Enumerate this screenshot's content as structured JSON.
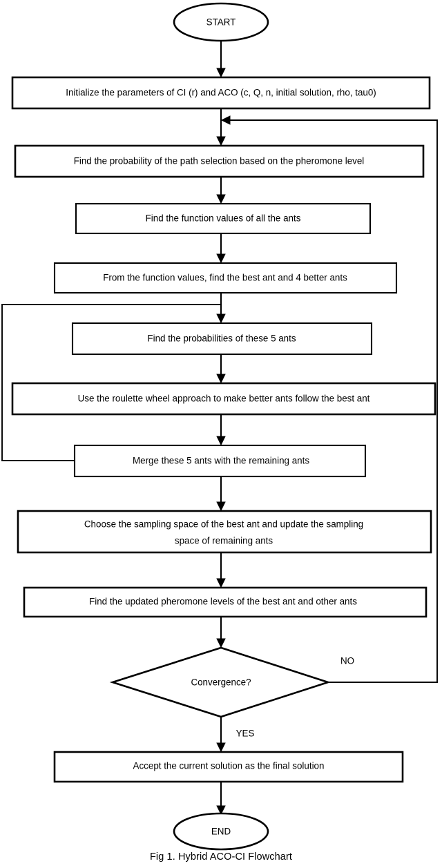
{
  "figure": {
    "caption": "Fig 1. Hybrid ACO-CI Flowchart",
    "type": "flowchart",
    "title": "Hybrid ACO-CI Flowchart"
  },
  "chart_data": {
    "type": "diagram",
    "title": "Hybrid ACO-CI Flowchart",
    "nodes": [
      {
        "id": "start",
        "shape": "terminator",
        "label": "START"
      },
      {
        "id": "init",
        "shape": "process",
        "label": "Initialize the parameters of CI (r) and ACO (c, Q, n, initial solution, rho, tau0)"
      },
      {
        "id": "prob_path",
        "shape": "process",
        "label": "Find the probability of the path selection based on the pheromone level"
      },
      {
        "id": "func_values",
        "shape": "process",
        "label": "Find the function values of all the ants"
      },
      {
        "id": "best_ants",
        "shape": "process",
        "label": "From the function values, find the best ant and 4 better ants"
      },
      {
        "id": "prob_5",
        "shape": "process",
        "label": "Find the probabilities of these 5 ants"
      },
      {
        "id": "roulette",
        "shape": "process",
        "label": "Use the roulette wheel approach to make better ants follow the best ant"
      },
      {
        "id": "merge",
        "shape": "process",
        "label": "Merge these 5 ants with the remaining ants"
      },
      {
        "id": "sampling",
        "shape": "process",
        "label_line1": "Choose the sampling space of the best ant and update the sampling",
        "label_line2": "space of remaining ants"
      },
      {
        "id": "pheromone",
        "shape": "process",
        "label": "Find the updated pheromone levels of the best ant and other ants"
      },
      {
        "id": "converge",
        "shape": "decision",
        "label": "Convergence?"
      },
      {
        "id": "accept",
        "shape": "process",
        "label": "Accept the current solution as the final solution"
      },
      {
        "id": "end",
        "shape": "terminator",
        "label": "END"
      }
    ],
    "edges": [
      {
        "from": "start",
        "to": "init",
        "label": ""
      },
      {
        "from": "init",
        "to": "prob_path",
        "label": ""
      },
      {
        "from": "prob_path",
        "to": "func_values",
        "label": ""
      },
      {
        "from": "func_values",
        "to": "best_ants",
        "label": ""
      },
      {
        "from": "best_ants",
        "to": "prob_5",
        "label": ""
      },
      {
        "from": "prob_5",
        "to": "roulette",
        "label": ""
      },
      {
        "from": "roulette",
        "to": "merge",
        "label": ""
      },
      {
        "from": "merge",
        "to": "sampling",
        "label": ""
      },
      {
        "from": "merge",
        "to": "prob_5",
        "label": "",
        "routing": "left-feedback-loop"
      },
      {
        "from": "sampling",
        "to": "pheromone",
        "label": ""
      },
      {
        "from": "pheromone",
        "to": "converge",
        "label": ""
      },
      {
        "from": "converge",
        "to": "prob_path",
        "label": "NO",
        "routing": "right-feedback-loop"
      },
      {
        "from": "converge",
        "to": "accept",
        "label": "YES"
      },
      {
        "from": "accept",
        "to": "end",
        "label": ""
      }
    ],
    "edge_labels": {
      "no": "NO",
      "yes": "YES"
    },
    "colors": {
      "stroke": "#000000",
      "fill": "#ffffff",
      "text": "#000000",
      "background": "#ffffff"
    }
  }
}
